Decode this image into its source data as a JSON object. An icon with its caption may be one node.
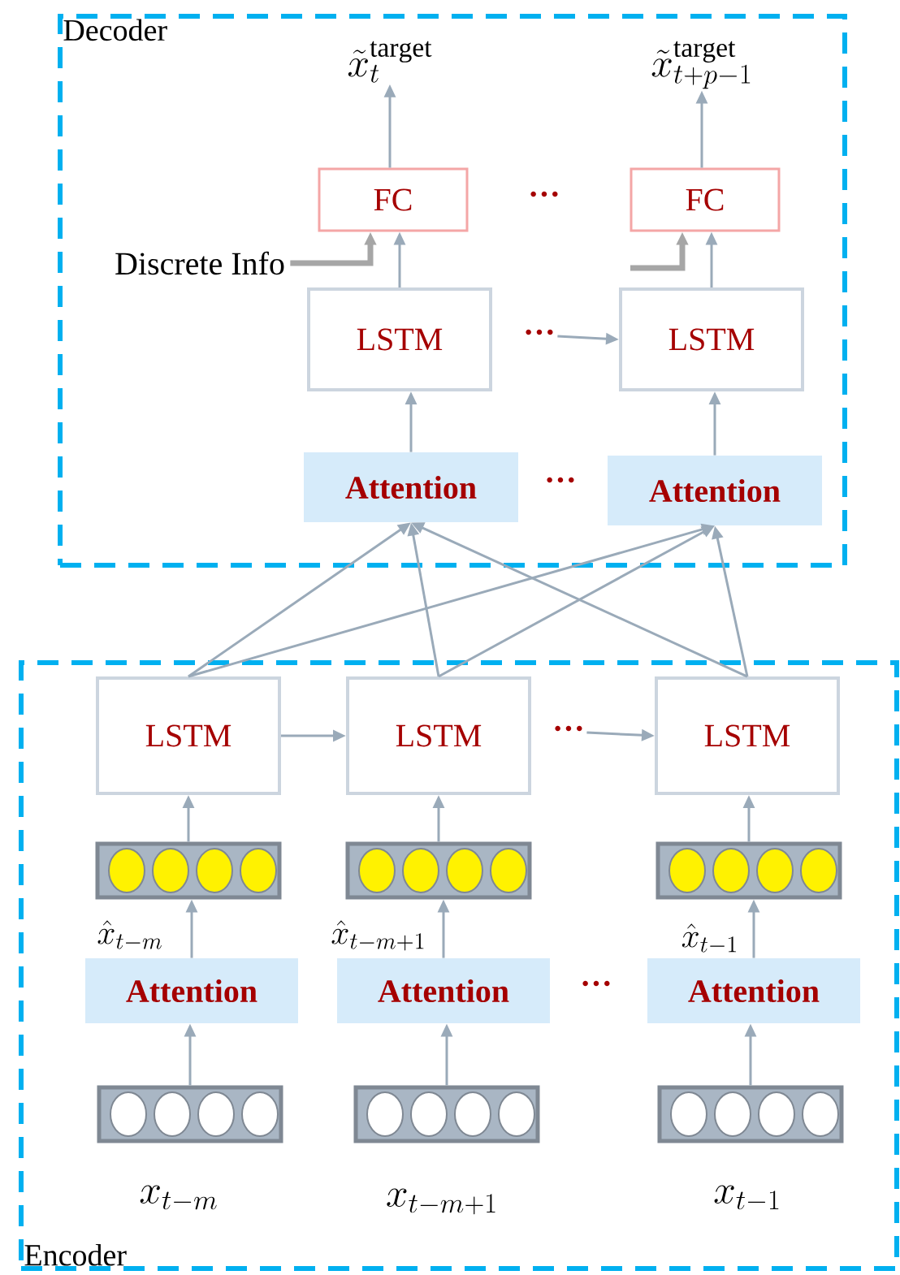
{
  "diagram": {
    "nodes": [
      {
        "text": [
          "Decoder"
        ]
      },
      {
        "text": [
          "\\tilde{x}_t^{\\mathrm{target}}"
        ],
        "in": 0
      },
      {
        "text": [
          "\\tilde{x}_{t+p-1}^{\\mathrm{target}}"
        ],
        "in": 0
      },
      {
        "text": [
          "FC"
        ],
        "in": 0
      },
      {
        "text": [
          "FC"
        ],
        "in": 0
      },
      {
        "text": [
          "Discrete Info"
        ],
        "in": 0
      },
      {
        "text": [
          "LSTM"
        ],
        "in": 0
      },
      {
        "text": [
          "LSTM"
        ],
        "in": 0
      },
      {
        "text": [
          "Attention"
        ],
        "in": 0
      },
      {
        "text": [
          "Attention"
        ],
        "in": 0
      },
      {
        "text": [
          "Encoder"
        ]
      },
      {
        "text": [
          "LSTM"
        ],
        "in": 10
      },
      {
        "text": [
          "LSTM"
        ],
        "in": 10
      },
      {
        "text": [
          "LSTM"
        ],
        "in": 10
      },
      {
        "text": [],
        "shape": "bar",
        "in": 10
      },
      {
        "text": [],
        "shape": "bar",
        "in": 10
      },
      {
        "text": [],
        "shape": "bar",
        "in": 10
      },
      {
        "text": [
          "Attention"
        ],
        "in": 10
      },
      {
        "text": [
          "Attention"
        ],
        "in": 10
      },
      {
        "text": [
          "Attention"
        ],
        "in": 10
      },
      {
        "text": [],
        "shape": "bar",
        "in": 10,
        "beside": [
          "x_{t-m}"
        ]
      },
      {
        "text": [],
        "shape": "bar",
        "in": 10,
        "beside": [
          "x_{t-m+1}"
        ]
      },
      {
        "text": [],
        "shape": "bar",
        "in": 10,
        "beside": [
          "x_{t-1}"
        ]
      },
      {
        "text": [
          "···"
        ],
        "in": 0
      },
      {
        "text": [
          "···"
        ],
        "in": 10
      }
    ],
    "edges": [
      {
        "from": 3,
        "to": 1,
        "arrow": "to"
      },
      {
        "from": 4,
        "to": 2,
        "arrow": "to"
      },
      {
        "from": 5,
        "to": 3,
        "arrow": "to",
        "style": "thick",
        "color": "#a6a6a6"
      },
      {
        "from": null,
        "to": 4,
        "arrow": "to",
        "style": "thick",
        "color": "#a6a6a6"
      },
      {
        "from": 6,
        "to": 3,
        "arrow": "to"
      },
      {
        "from": 7,
        "to": 4,
        "arrow": "to"
      },
      {
        "from": 23,
        "to": 7,
        "arrow": "to"
      },
      {
        "from": 8,
        "to": 6,
        "arrow": "to"
      },
      {
        "from": 9,
        "to": 7,
        "arrow": "to"
      },
      {
        "from": 11,
        "to": 8,
        "arrow": "to"
      },
      {
        "from": 11,
        "to": 9,
        "arrow": "to"
      },
      {
        "from": 12,
        "to": 8,
        "arrow": "to"
      },
      {
        "from": 12,
        "to": 9,
        "arrow": "to"
      },
      {
        "from": 13,
        "to": 8,
        "arrow": "to"
      },
      {
        "from": 13,
        "to": 9,
        "arrow": "to"
      },
      {
        "from": 11,
        "to": 12,
        "arrow": "to"
      },
      {
        "from": 24,
        "to": 13,
        "arrow": "to"
      },
      {
        "from": 14,
        "to": 11,
        "arrow": "to"
      },
      {
        "from": 15,
        "to": 12,
        "arrow": "to"
      },
      {
        "from": 16,
        "to": 13,
        "arrow": "to"
      },
      {
        "from": 17,
        "to": 14,
        "arrow": "to"
      },
      {
        "from": 18,
        "to": 15,
        "arrow": "to"
      },
      {
        "from": 19,
        "to": 16,
        "arrow": "to"
      },
      {
        "from": 20,
        "to": 17,
        "arrow": "to"
      },
      {
        "from": 21,
        "to": 18,
        "arrow": "to"
      },
      {
        "from": 22,
        "to": 19,
        "arrow": "to"
      }
    ],
    "labels": [
      "···",
      "···",
      "\\hat{x}_{t-m}",
      "\\hat{x}_{t-m+1}",
      "\\hat{x}_{t-1}",
      "···"
    ]
  }
}
